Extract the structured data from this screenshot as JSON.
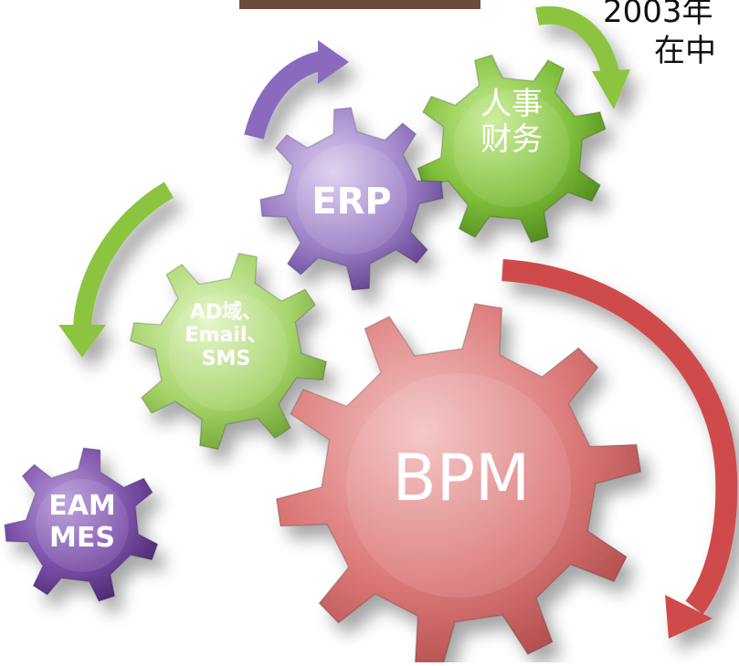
{
  "top_text": {
    "line1": "2003年",
    "line2": "在中"
  },
  "gears": {
    "hr_finance": {
      "line1": "人事",
      "line2": "财务",
      "color": "#7fbf3a"
    },
    "erp": {
      "label": "ERP",
      "color": "#9b7fc6"
    },
    "ad_email_sms": {
      "line1": "AD域、",
      "line2": "Email、",
      "line3": "SMS",
      "color": "#a6d46a"
    },
    "bpm": {
      "label": "BPM",
      "color": "#dc7a7a"
    },
    "eam_mes": {
      "line1": "EAM",
      "line2": "MES",
      "color": "#7a4fa8"
    }
  },
  "arrows": {
    "top_green": "#8cc43f",
    "purple": "#8a6bbf",
    "left_green": "#8cc43f",
    "red": "#cf4b4b"
  }
}
